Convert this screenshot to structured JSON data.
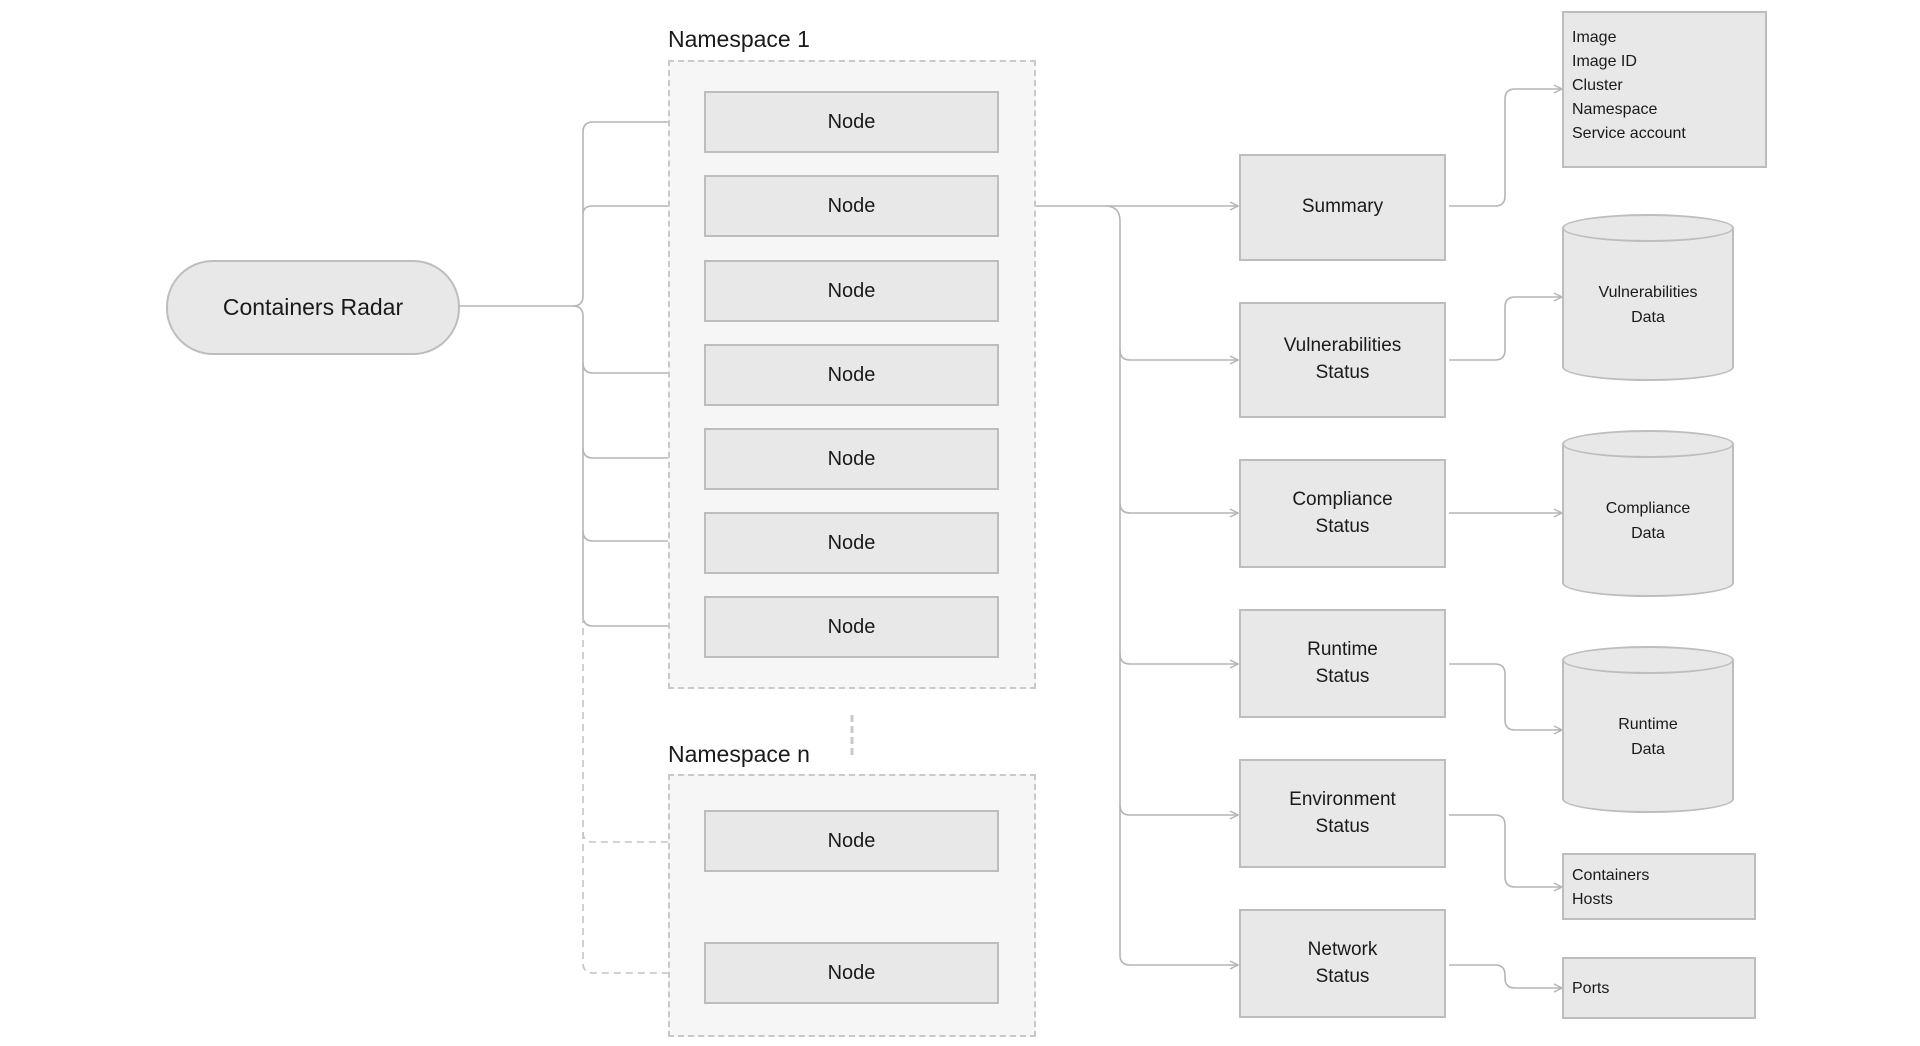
{
  "root": {
    "label": "Containers Radar"
  },
  "namespaces": [
    {
      "title": "Namespace 1",
      "nodes": [
        "Node",
        "Node",
        "Node",
        "Node",
        "Node",
        "Node",
        "Node"
      ]
    },
    {
      "title": "Namespace n",
      "nodes": [
        "Node",
        "Node"
      ]
    }
  ],
  "status_boxes": [
    {
      "line1": "Summary",
      "line2": ""
    },
    {
      "line1": "Vulnerabilities",
      "line2": "Status"
    },
    {
      "line1": "Compliance",
      "line2": "Status"
    },
    {
      "line1": "Runtime",
      "line2": "Status"
    },
    {
      "line1": "Environment",
      "line2": "Status"
    },
    {
      "line1": "Network",
      "line2": "Status"
    }
  ],
  "summary_details": [
    "Image",
    "Image ID",
    "Cluster",
    "Namespace",
    "Service account"
  ],
  "data_stores": [
    {
      "line1": "Vulnerabilities",
      "line2": "Data"
    },
    {
      "line1": "Compliance",
      "line2": "Data"
    },
    {
      "line1": "Runtime",
      "line2": "Data"
    }
  ],
  "environment_details": [
    "Containers",
    "Hosts"
  ],
  "network_details": [
    "Ports"
  ],
  "colors": {
    "box_fill": "#e8e8e8",
    "box_border": "#bdbdbd",
    "namespace_fill": "#f6f6f6",
    "namespace_border": "#c9c9c9",
    "connector": "#b5b5b5"
  }
}
